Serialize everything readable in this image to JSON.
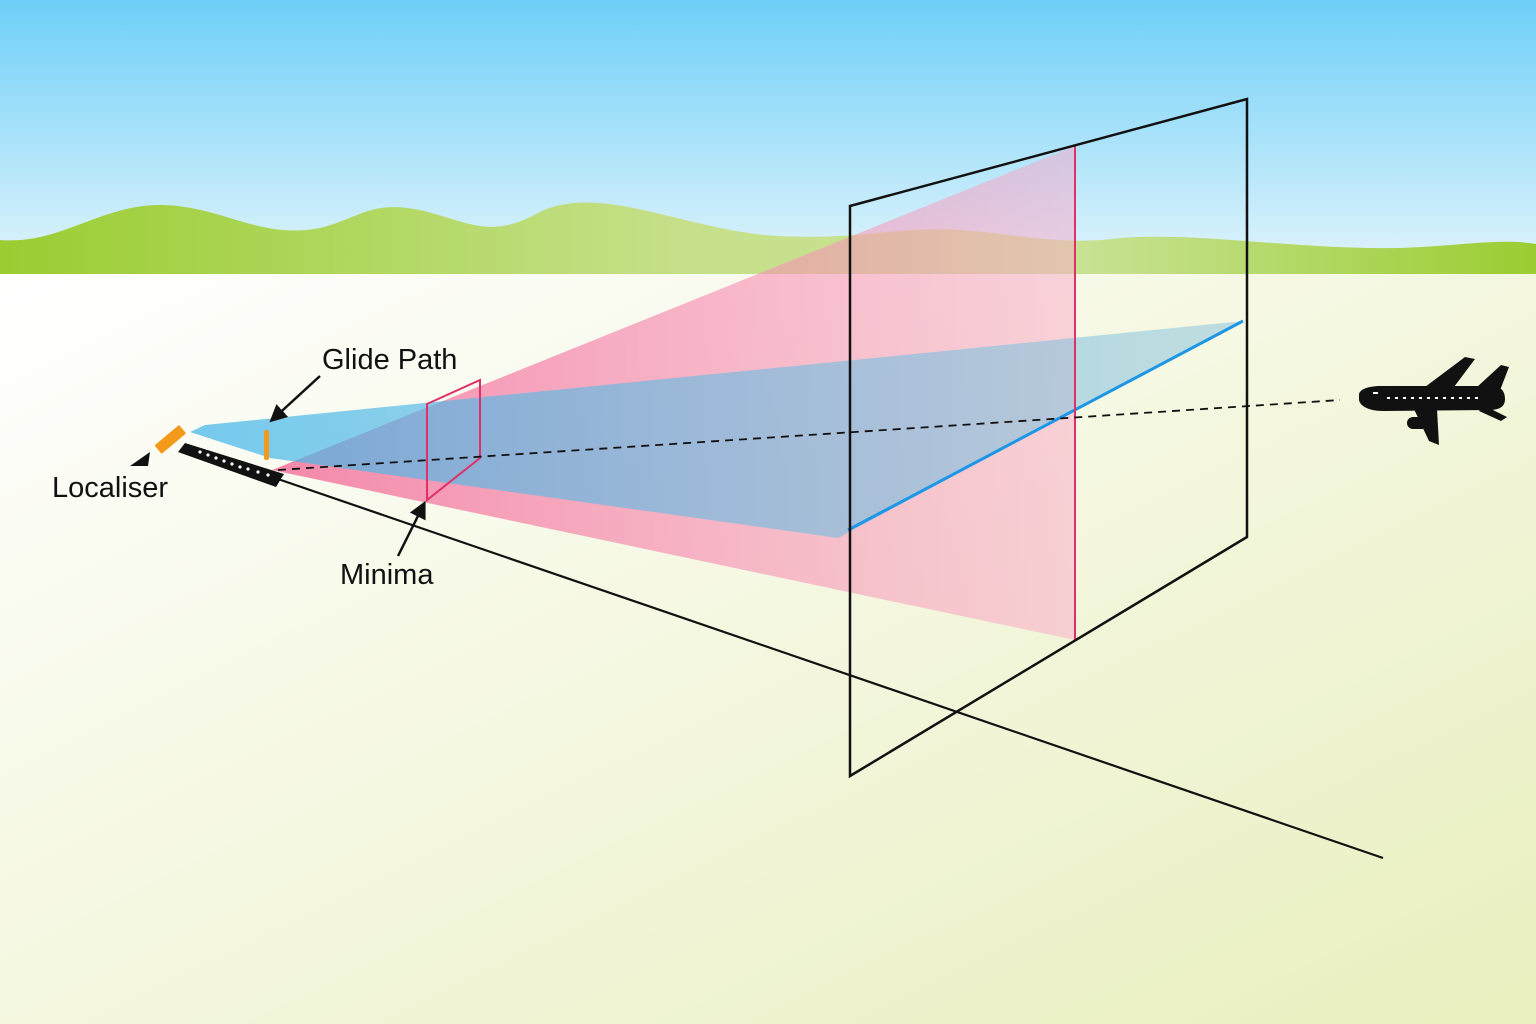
{
  "labels": {
    "glide_path": "Glide Path",
    "localiser": "Localiser",
    "minima": "Minima"
  },
  "colors": {
    "sky_top": "#6ecff8",
    "sky_bottom": "#e6f6fc",
    "hills": "#9acd32",
    "ground_left": "#ffffff",
    "ground_right": "#e9efbe",
    "localiser_beam": "#f47a9d",
    "glide_path_beam": "#3fb5ea",
    "glide_path_line": "#1e96e6",
    "minima_frame": "#e0306a",
    "localiser_antenna": "#f39a1b",
    "runway": "#111111",
    "aircraft": "#111111",
    "frame_lines": "#111111"
  },
  "icons": {
    "aircraft": "airplane-icon",
    "localiser_antenna": "localiser-antenna-icon",
    "runway": "runway-icon"
  }
}
